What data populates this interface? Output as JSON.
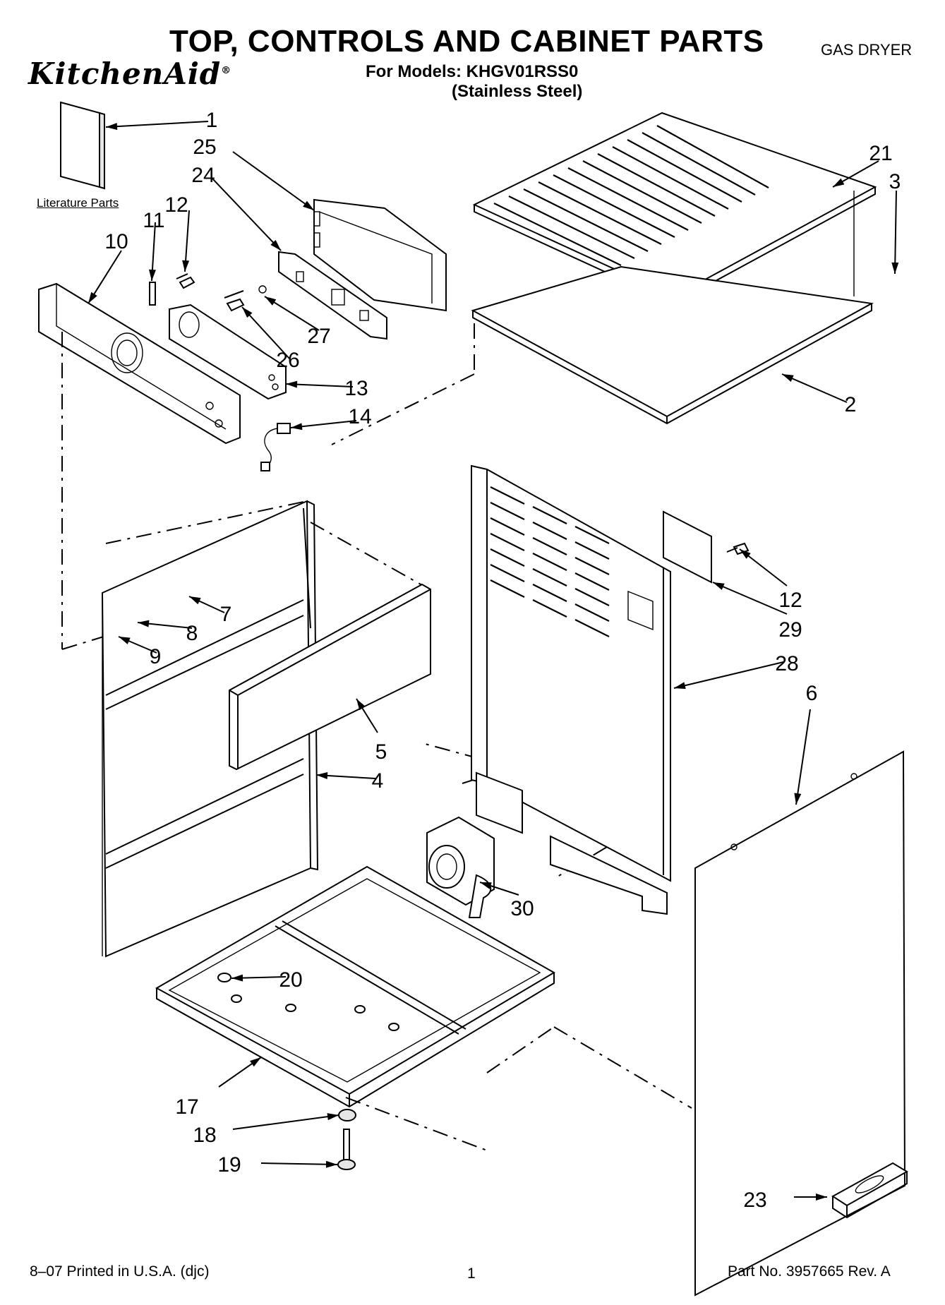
{
  "header": {
    "title": "TOP, CONTROLS  AND CABINET PARTS",
    "appliance": "GAS DRYER",
    "brand": "KitchenAid",
    "models_line": "For Models: KHGV01RSS0",
    "variant": "(Stainless Steel)"
  },
  "diagram": {
    "literature_label": "Literature Parts",
    "callouts": [
      "1",
      "25",
      "24",
      "12",
      "11",
      "10",
      "27",
      "26",
      "13",
      "14",
      "21",
      "3",
      "2",
      "7",
      "8",
      "9",
      "5",
      "4",
      "12",
      "29",
      "28",
      "6",
      "30",
      "20",
      "17",
      "18",
      "19",
      "23"
    ]
  },
  "footer": {
    "printed": "8–07 Printed in U.S.A. (djc)",
    "page": "1",
    "part_no": "Part No. 3957665 Rev. A"
  }
}
